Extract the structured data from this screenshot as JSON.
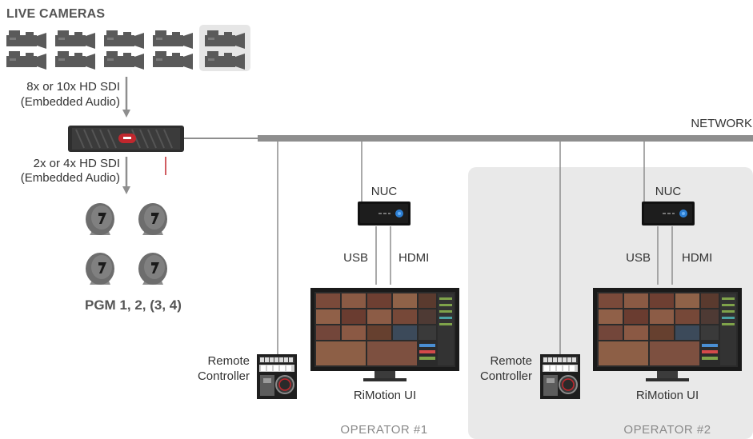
{
  "labels": {
    "live_cameras": "LIVE CAMERAS",
    "sdi_in_line1": "8x or 10x HD SDI",
    "sdi_in_line2": "(Embedded Audio)",
    "sdi_out_line1": "2x or 4x HD SDI",
    "sdi_out_line2": "(Embedded Audio)",
    "pgm": "PGM 1, 2, (3, 4)",
    "network": "NETWORK",
    "op1": {
      "nuc": "NUC",
      "usb": "USB",
      "hdmi": "HDMI",
      "ui": "RiMotion UI",
      "remote_line1": "Remote",
      "remote_line2": "Controller",
      "operator": "OPERATOR #1"
    },
    "op2": {
      "nuc": "NUC",
      "usb": "USB",
      "hdmi": "HDMI",
      "ui": "RiMotion UI",
      "remote_line1": "Remote",
      "remote_line2": "Controller",
      "operator": "OPERATOR #2"
    }
  },
  "cameras": {
    "standard_count": 8,
    "optional_count": 2
  },
  "outputs": {
    "pgm_count": 4
  },
  "colors": {
    "line": "#8e8e8e",
    "device": "#3b3b3b",
    "accent_red": "#c1272d",
    "panel": "#e9e9e9",
    "nuc_led": "#2d7fd3"
  }
}
